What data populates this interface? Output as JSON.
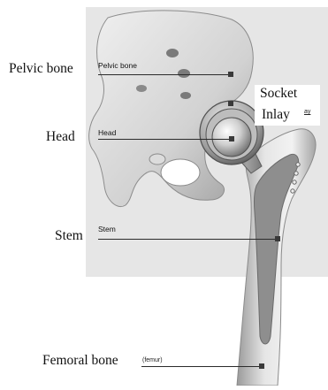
{
  "labels": {
    "pelvic_bone": "Pelvic bone",
    "pelvic_bone_small": "Pelvic bone",
    "head": "Head",
    "head_small": "Head",
    "socket": "Socket",
    "inlay": "Inlay",
    "inlay_small": "ay",
    "stem": "Stem",
    "stem_small": "Stem",
    "femoral_bone": "Femoral bone",
    "femur_small": "(femur)"
  },
  "colors": {
    "background_panel": "#e4e4e4",
    "bone": "#d9d9d9",
    "metal": "#a8a8a8",
    "stem_inner": "#8a8a8a",
    "leader": "#2b2b2b"
  }
}
